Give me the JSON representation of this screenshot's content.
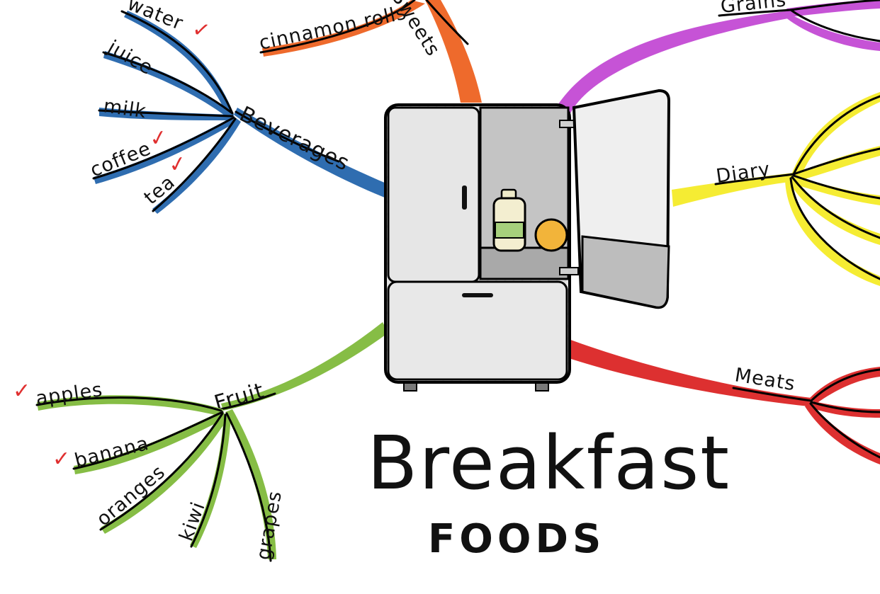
{
  "title": {
    "main": "Breakfast",
    "sub": "FOODS"
  },
  "colors": {
    "beverages": "#2f6db0",
    "sweets": "#ee6a2c",
    "grains": "#c653d6",
    "diary": "#f5ec33",
    "meats": "#dd3030",
    "fruit": "#86bd45",
    "check": "#e03030"
  },
  "branches": {
    "beverages": {
      "label": "Beverages",
      "items": [
        "water",
        "juice",
        "milk",
        "coffee",
        "tea"
      ],
      "checked": [
        true,
        false,
        false,
        true,
        true
      ]
    },
    "sweets": {
      "label": "Sweets",
      "items": [
        "cinnamon rolls"
      ]
    },
    "grains": {
      "label": "Grains"
    },
    "diary": {
      "label": "Diary"
    },
    "meats": {
      "label": "Meats"
    },
    "fruit": {
      "label": "Fruit",
      "items": [
        "apples",
        "banana",
        "oranges",
        "kiwi",
        "grapes"
      ],
      "checked": [
        true,
        true,
        false,
        false,
        false
      ]
    }
  },
  "check_mark": "✓",
  "icons": {
    "center": "fridge-icon",
    "bottle": "milk-bottle-icon",
    "orange": "orange-fruit-icon"
  }
}
